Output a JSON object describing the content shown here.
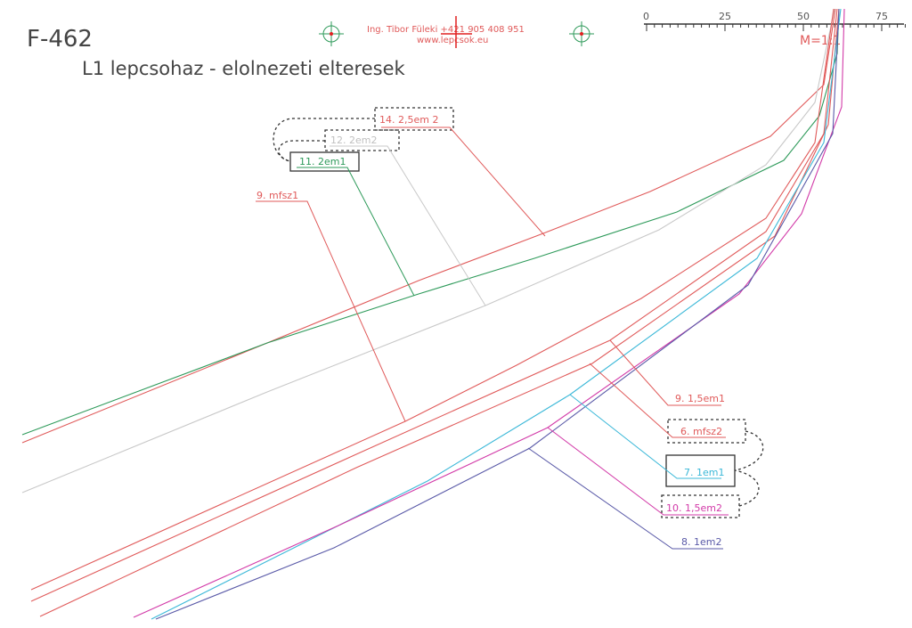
{
  "drawing": {
    "code": "F-462",
    "title": "L1 lepcsohaz - elolnezeti elteresek",
    "author_line": "Ing. Tibor Füleki  +421 905 408 951",
    "website": "www.lepcsok.eu",
    "scale_label": "M=1:1"
  },
  "scale_bar": {
    "ticks": [
      "0",
      "25",
      "50",
      "75"
    ]
  },
  "colors": {
    "red": "#e05a5a",
    "green": "#2e9a5a",
    "gray": "#c8c8c8",
    "cyan": "#3bb8d8",
    "magenta": "#d23aa8",
    "purple": "#5a5aa8",
    "target": "#2e9a5a"
  },
  "labels": {
    "l14": "14. 2,5em 2",
    "l12": "12. 2em2",
    "l11": "11. 2em1",
    "l9a": "9. mfsz1",
    "l9b": "9. 1,5em1",
    "l6": "6. mfsz2",
    "l7": "7. 1em1",
    "l10": "10. 1,5em2",
    "l8": "8. 1em2"
  }
}
